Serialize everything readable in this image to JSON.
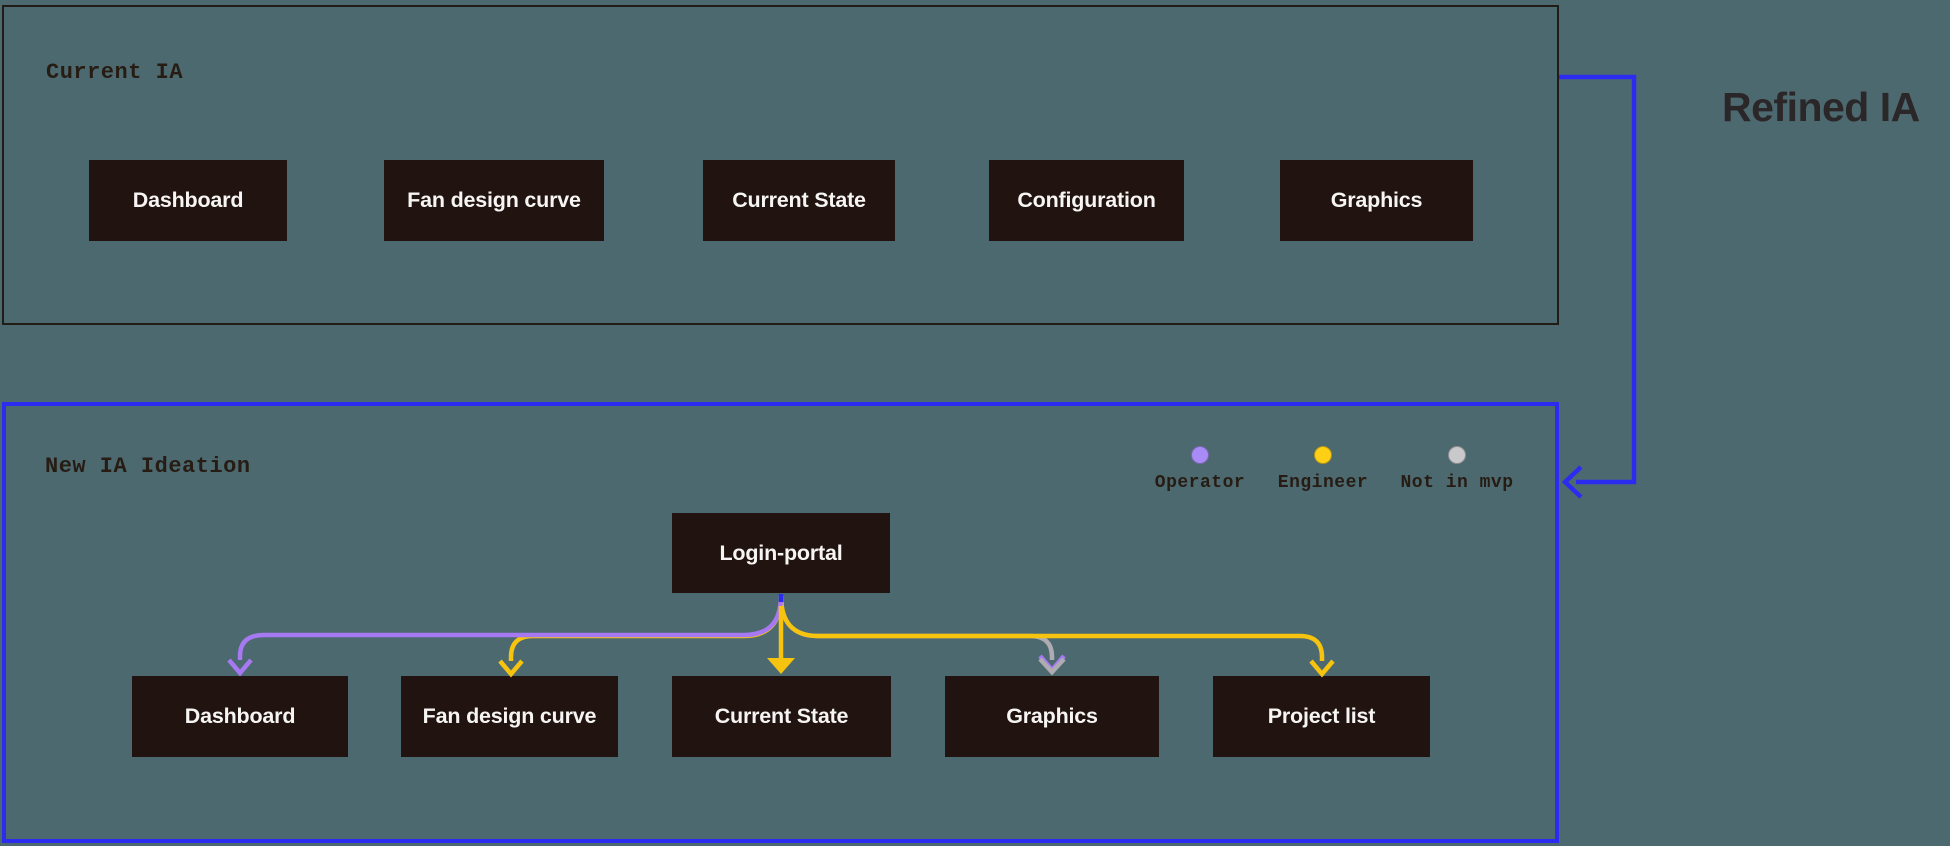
{
  "colors": {
    "background": "#4d6970",
    "node-fill": "#211410",
    "node-text": "#f7f5f3",
    "frame-border": "#221c16",
    "blue": "#2c2cf0",
    "purple": "#a678f2",
    "yellow": "#f6c30f",
    "gray": "#aeacb2",
    "legend-purple": "#a98bf7",
    "legend-yellow": "#fdd016",
    "legend-gray": "#c9c9cb",
    "title-text": "#261c13",
    "refined-text": "#2b2729"
  },
  "current_ia": {
    "title": "Current IA",
    "nodes": [
      {
        "label": "Dashboard"
      },
      {
        "label": "Fan design curve"
      },
      {
        "label": "Current State"
      },
      {
        "label": "Configuration"
      },
      {
        "label": "Graphics"
      }
    ]
  },
  "refined_ia": {
    "title": "Refined IA"
  },
  "new_ia": {
    "title": "New IA Ideation",
    "legend": [
      {
        "label": "Operator"
      },
      {
        "label": "Engineer"
      },
      {
        "label": "Not in mvp"
      }
    ],
    "root": {
      "label": "Login-portal"
    },
    "nodes": [
      {
        "label": "Dashboard"
      },
      {
        "label": "Fan design curve"
      },
      {
        "label": "Current State"
      },
      {
        "label": "Graphics"
      },
      {
        "label": "Project list"
      }
    ]
  },
  "edges": [
    {
      "from": "Current IA",
      "to": "New IA Ideation",
      "color": "blue"
    },
    {
      "from": "Login-portal",
      "to": "Dashboard",
      "role": "Operator",
      "color": "purple"
    },
    {
      "from": "Login-portal",
      "to": "Fan design curve",
      "role": "Engineer",
      "color": "yellow"
    },
    {
      "from": "Login-portal",
      "to": "Current State",
      "role": "Engineer",
      "color": "yellow"
    },
    {
      "from": "Login-portal",
      "to": "Graphics",
      "role": "Not in mvp",
      "color": "gray"
    },
    {
      "from": "Login-portal",
      "to": "Project list",
      "role": "Engineer",
      "color": "yellow"
    }
  ]
}
